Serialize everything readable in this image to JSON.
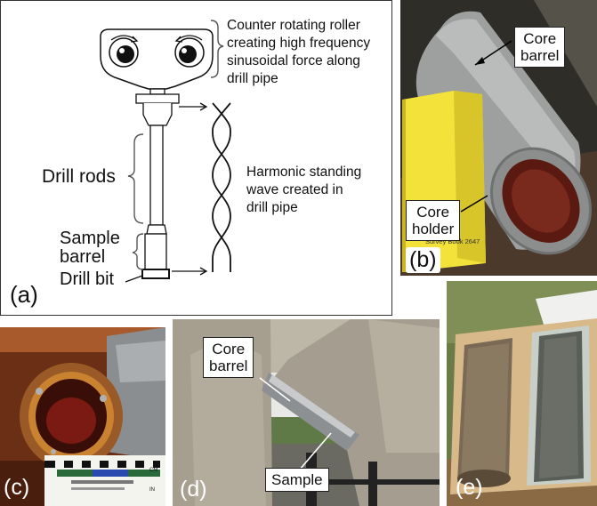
{
  "panel_a": {
    "label": "(a)",
    "roller_text": [
      "Counter rotating roller",
      "creating high frequency",
      "sinusoidal force along",
      "drill pipe"
    ],
    "drill_rods": "Drill rods",
    "wave_text": [
      "Harmonic standing",
      "wave created in",
      "drill pipe"
    ],
    "sample_barrel": [
      "Sample",
      "barrel"
    ],
    "drill_bit": "Drill bit"
  },
  "panel_b": {
    "label": "(b)",
    "core_barrel": [
      "Core",
      "barrel"
    ],
    "core_holder": [
      "Core",
      "holder"
    ],
    "book_text": "Survey Book 2647"
  },
  "panel_c": {
    "label": "(c)",
    "ruler_unit_cm": "CM",
    "ruler_unit_in": "IN"
  },
  "panel_d": {
    "label": "(d)",
    "core_barrel": [
      "Core",
      "barrel"
    ],
    "sample": "Sample"
  },
  "panel_e": {
    "label": "(e)"
  }
}
